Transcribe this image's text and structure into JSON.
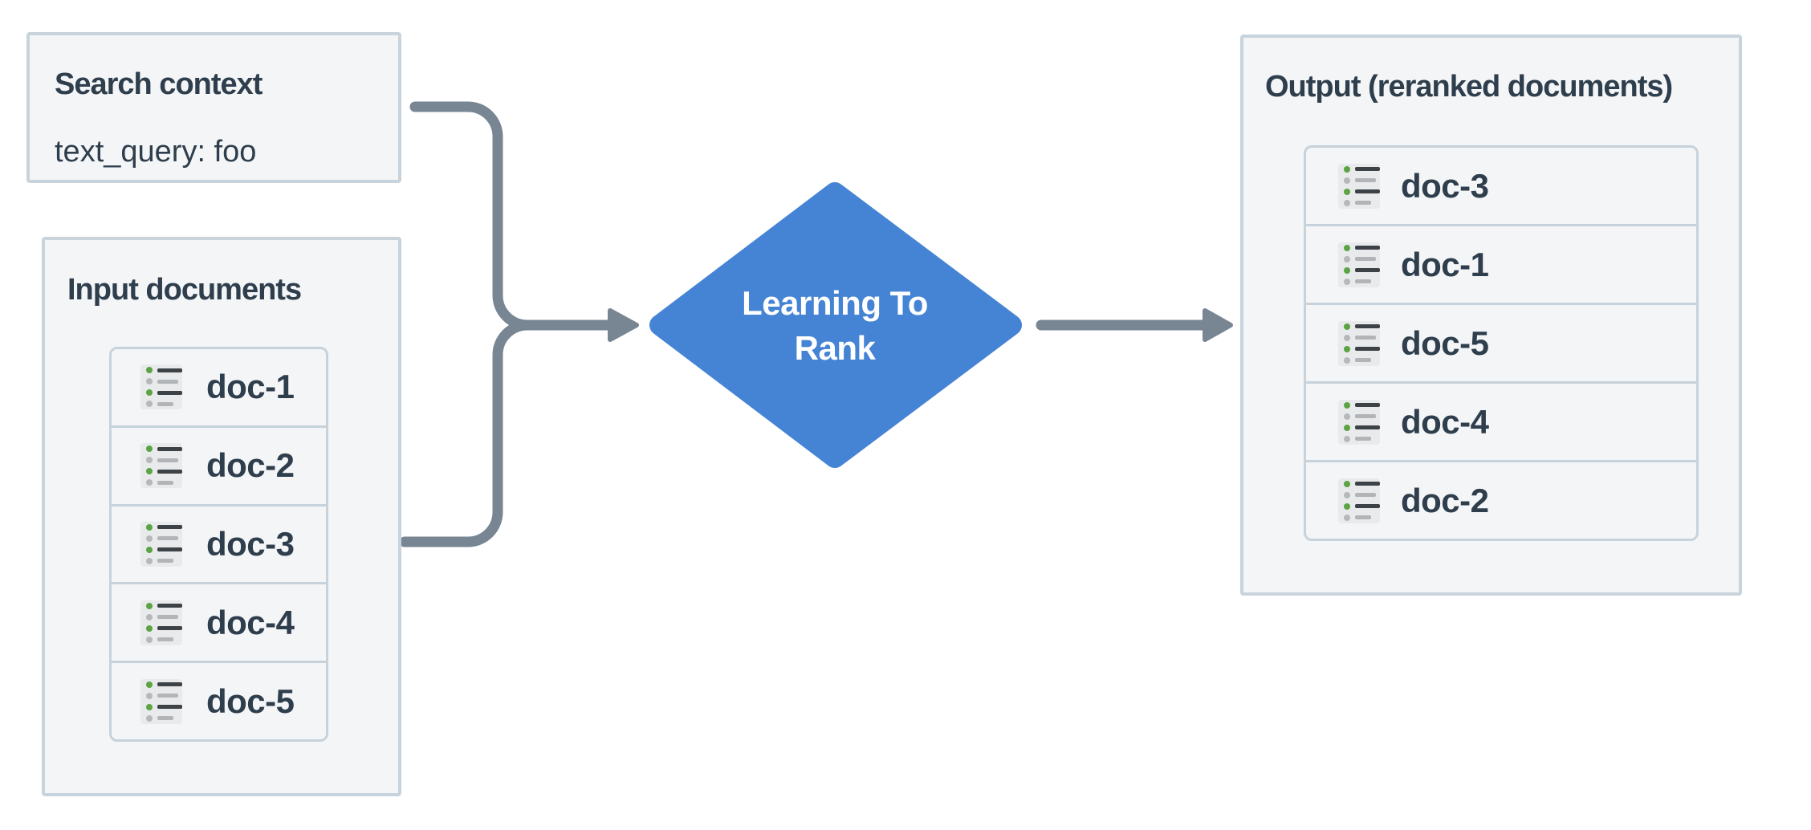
{
  "diagram": {
    "search_context": {
      "title": "Search context",
      "body": "text_query: foo"
    },
    "input_documents": {
      "title": "Input documents",
      "items": [
        "doc-1",
        "doc-2",
        "doc-3",
        "doc-4",
        "doc-5"
      ]
    },
    "process": {
      "lines": [
        "Learning To",
        "Rank"
      ]
    },
    "output_documents": {
      "title": "Output (reranked documents)",
      "items": [
        "doc-3",
        "doc-1",
        "doc-5",
        "doc-4",
        "doc-2"
      ]
    },
    "icons": {
      "doc_item": "document-list-icon"
    },
    "colors": {
      "accent_blue": "#4584d4",
      "connector_gray": "#788593",
      "box_background": "#f3f5f7",
      "box_border": "#c9d3db",
      "list_border": "#c8d2da",
      "text_dark": "#2f3e4c",
      "icon_green": "#5aa443",
      "icon_gray": "#b2b5b8",
      "diamond_text": "#ffffff"
    }
  }
}
